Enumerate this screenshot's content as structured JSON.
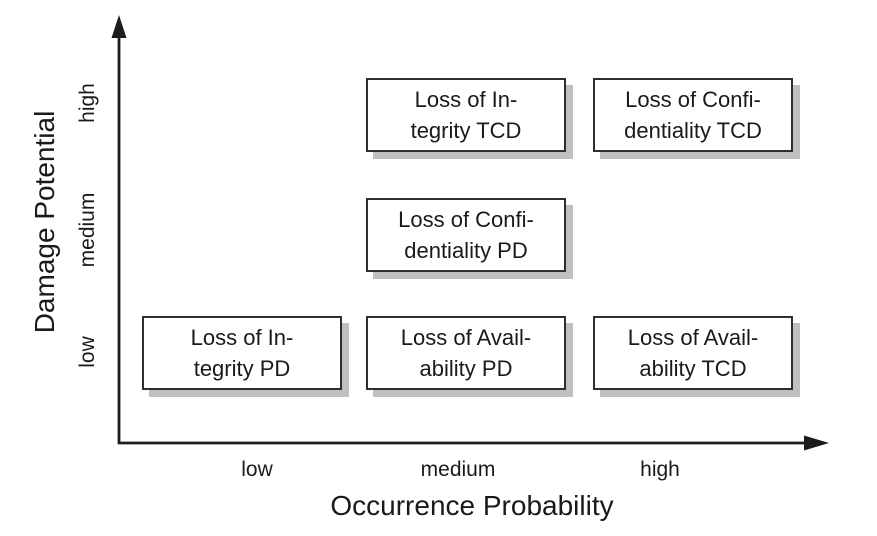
{
  "figure": {
    "type": "categorical-risk-matrix",
    "x_axis": {
      "title": "Occurrence Probability",
      "ticks": {
        "low": "low",
        "medium": "medium",
        "high": "high"
      }
    },
    "y_axis": {
      "title": "Damage Potential",
      "ticks": {
        "low": "low",
        "medium": "medium",
        "high": "high"
      }
    },
    "boxes": {
      "integrity_tcd": {
        "line1": "Loss of In-",
        "line2": "tegrity TCD",
        "occurrence": "medium",
        "damage": "high"
      },
      "confidentiality_tcd": {
        "line1": "Loss of Confi-",
        "line2": "dentiality TCD",
        "occurrence": "high",
        "damage": "high"
      },
      "confidentiality_pd": {
        "line1": "Loss of Confi-",
        "line2": "dentiality PD",
        "occurrence": "medium",
        "damage": "medium"
      },
      "integrity_pd": {
        "line1": "Loss of In-",
        "line2": "tegrity PD",
        "occurrence": "low",
        "damage": "low"
      },
      "availability_pd": {
        "line1": "Loss of Avail-",
        "line2": "ability PD",
        "occurrence": "medium",
        "damage": "low"
      },
      "availability_tcd": {
        "line1": "Loss of Avail-",
        "line2": "ability TCD",
        "occurrence": "high",
        "damage": "low"
      }
    },
    "colors": {
      "background": "#ffffff",
      "axis": "#1c1c1c",
      "text": "#1a1a1a",
      "box_border": "#2e2e2e",
      "box_fill": "#ffffff",
      "box_shadow": "#bfbfbf"
    }
  }
}
